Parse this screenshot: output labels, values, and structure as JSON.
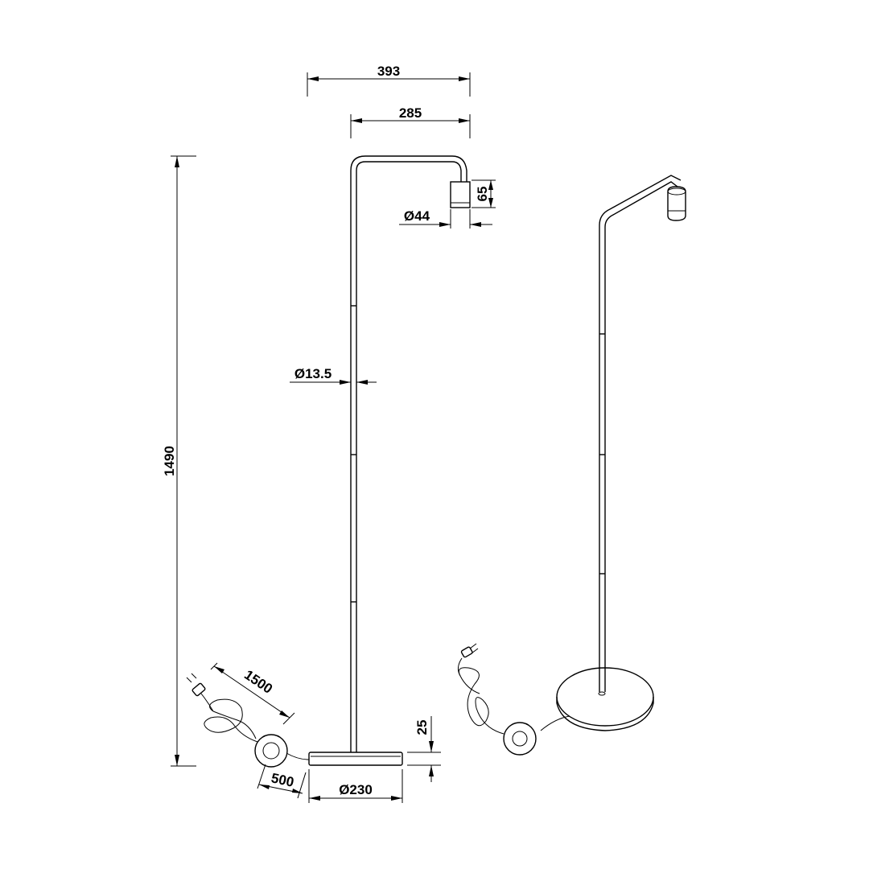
{
  "dimensions": {
    "overall_width": "393",
    "arm_reach": "285",
    "socket_height": "65",
    "socket_diameter": "Ø44",
    "tube_diameter": "Ø13.5",
    "total_height": "1490",
    "cable_length": "1500",
    "switch_distance": "500",
    "base_height": "25",
    "base_diameter": "Ø230"
  }
}
